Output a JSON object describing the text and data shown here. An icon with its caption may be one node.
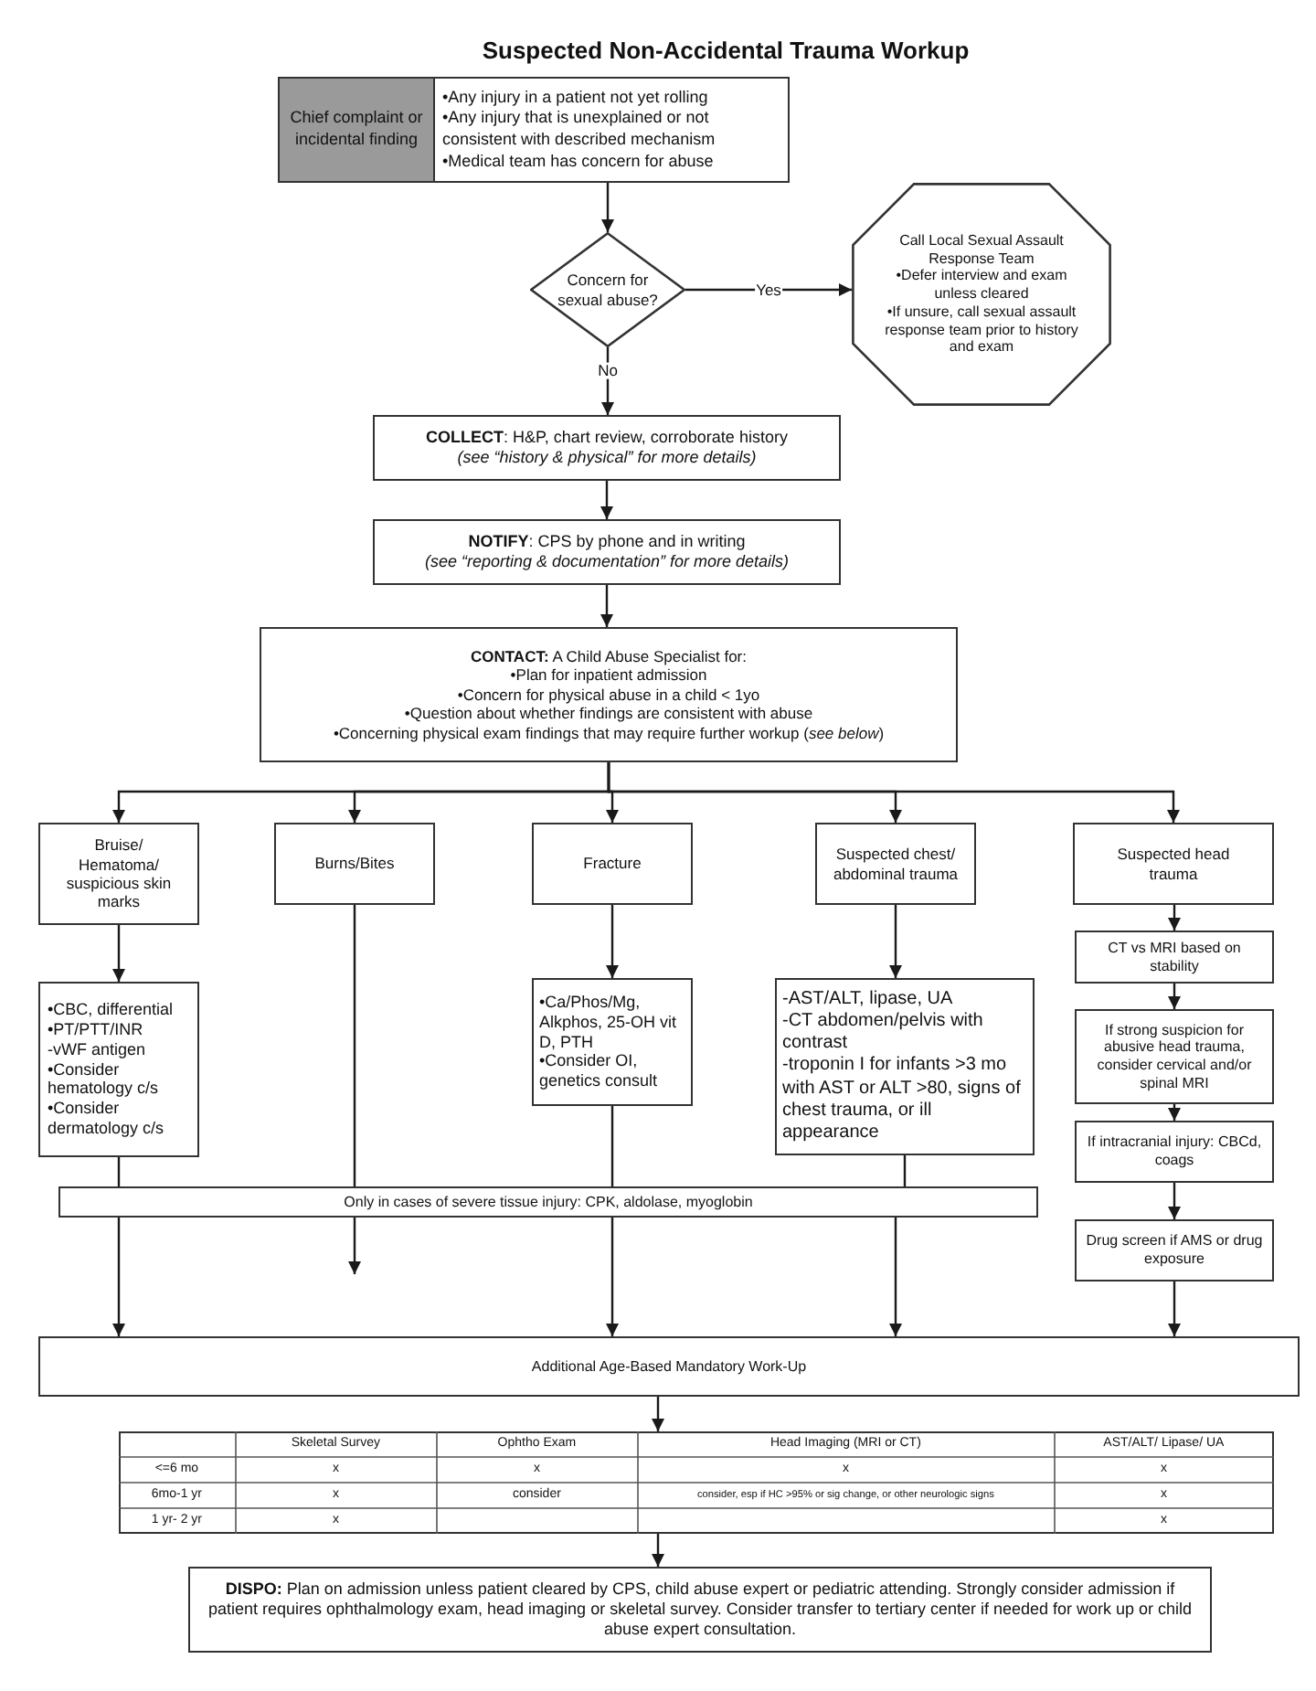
{
  "diagram": {
    "title": "Suspected Non-Accidental Trauma Workup",
    "nodes": [
      {
        "text": [
          "Chief complaint or incidental finding",
          "•Any injury in a patient not yet rolling",
          "•Any injury that is unexplained or not consistent with described mechanism",
          "•Medical team has concern for abuse"
        ]
      },
      {
        "text": [
          "Concern for sexual abuse?"
        ]
      },
      {
        "text": [
          "Call Local Sexual Assault Response Team",
          "•Defer interview and exam unless cleared",
          "•If unsure, call sexual assault response team prior to history and exam"
        ]
      },
      {
        "text": [
          "**COLLECT**: H&P, chart review, corroborate history",
          "(see “history & physical” for more details)"
        ]
      },
      {
        "text": [
          "**NOTIFY**: CPS by phone and in writing",
          "(see “reporting & documentation” for more details)"
        ]
      },
      {
        "text": [
          "**CONTACT:** A Child Abuse Specialist for:",
          "•Plan for inpatient admission",
          "•Concern for physical abuse in a child < 1yo",
          "•Question about whether findings are consistent with abuse",
          "•Concerning physical exam findings that may require further workup (*see below*)"
        ]
      },
      {
        "text": [
          "Bruise/ Hematoma/ suspicious skin marks"
        ]
      },
      {
        "text": [
          "Burns/Bites"
        ]
      },
      {
        "text": [
          "Fracture"
        ]
      },
      {
        "text": [
          "Suspected chest/ abdominal trauma"
        ]
      },
      {
        "text": [
          "Suspected head trauma"
        ]
      },
      {
        "text": [
          "•CBC, differential",
          "•PT/PTT/INR",
          "-vWF antigen",
          "•Consider hematology c/s",
          "•Consider dermatology c/s"
        ]
      },
      {
        "text": [
          "•Ca/Phos/Mg, Alkphos, 25-OH vit D, PTH",
          "•Consider OI, genetics consult"
        ]
      },
      {
        "text": [
          "-AST/ALT, lipase, UA",
          "-CT abdomen/pelvis with contrast",
          "-troponin I for infants >3 mo with AST or ALT >80, signs of chest trauma, or ill appearance"
        ]
      },
      {
        "text": [
          "CT vs MRI based on stability"
        ]
      },
      {
        "text": [
          "If strong suspicion for abusive head trauma, consider cervical and/or spinal MRI"
        ]
      },
      {
        "text": [
          "If intracranial injury: CBCd, coags"
        ]
      },
      {
        "text": [
          "Drug screen if AMS or drug exposure"
        ]
      },
      {
        "text": [
          "Only in cases of severe tissue injury: CPK, aldolase, myoglobin"
        ]
      },
      {
        "text": [
          "Additional Age-Based Mandatory Work-Up"
        ]
      },
      {
        "text": [],
        "shape": "table"
      },
      {
        "text": [
          "**DISPO:** Plan on admission unless patient cleared by CPS, child abuse expert or pediatric attending. Strongly consider admission if patient requires ophthalmology exam, head imaging or skeletal survey. Consider transfer to tertiary center if needed for work up or child abuse expert consultation."
        ]
      }
    ],
    "edges": [
      {
        "from": 0,
        "to": 1,
        "arrow": "to"
      },
      {
        "from": 1,
        "to": 2,
        "arrow": "to",
        "label": "Yes"
      },
      {
        "from": 1,
        "to": 3,
        "arrow": "to",
        "label": "No"
      },
      {
        "from": 3,
        "to": 4,
        "arrow": "to"
      },
      {
        "from": 4,
        "to": 5,
        "arrow": "to"
      },
      {
        "from": 5,
        "to": 6,
        "arrow": "to"
      },
      {
        "from": 5,
        "to": 7,
        "arrow": "to"
      },
      {
        "from": 5,
        "to": 8,
        "arrow": "to"
      },
      {
        "from": 5,
        "to": 9,
        "arrow": "to"
      },
      {
        "from": 5,
        "to": 10,
        "arrow": "to"
      },
      {
        "from": 6,
        "to": 11,
        "arrow": "to"
      },
      {
        "from": 8,
        "to": 12,
        "arrow": "to"
      },
      {
        "from": 9,
        "to": 13,
        "arrow": "to"
      },
      {
        "from": 10,
        "to": 14,
        "arrow": "to"
      },
      {
        "from": 14,
        "to": 15,
        "arrow": "to"
      },
      {
        "from": 15,
        "to": 16,
        "arrow": "to"
      },
      {
        "from": 16,
        "to": 17,
        "arrow": "to"
      },
      {
        "from": 11,
        "to": 18,
        "arrow": "none"
      },
      {
        "from": 7,
        "to": 18,
        "arrow": "none"
      },
      {
        "from": 12,
        "to": 18,
        "arrow": "none"
      },
      {
        "from": 13,
        "to": 18,
        "arrow": "none"
      },
      {
        "from": 18,
        "to": 19,
        "arrow": "to"
      },
      {
        "from": 18,
        "to": null,
        "arrow": "to"
      },
      {
        "from": 18,
        "to": 19,
        "arrow": "to"
      },
      {
        "from": 18,
        "to": 19,
        "arrow": "to"
      },
      {
        "from": 17,
        "to": 19,
        "arrow": "to"
      },
      {
        "from": 19,
        "to": 20,
        "arrow": "to"
      },
      {
        "from": 20,
        "to": 21,
        "arrow": "to"
      }
    ],
    "labels": [
      "Skeletal Survey",
      "Ophtho Exam",
      "Head Imaging (MRI or CT)",
      "AST/ALT/ Lipase/ UA",
      "<=6 mo",
      "x",
      "x",
      "x",
      "x",
      "6mo-1 yr",
      "x",
      "consider",
      "consider, esp if HC >95% or sig change, or other neurologic signs",
      "x",
      "1 yr- 2 yr",
      "x",
      "x"
    ]
  }
}
